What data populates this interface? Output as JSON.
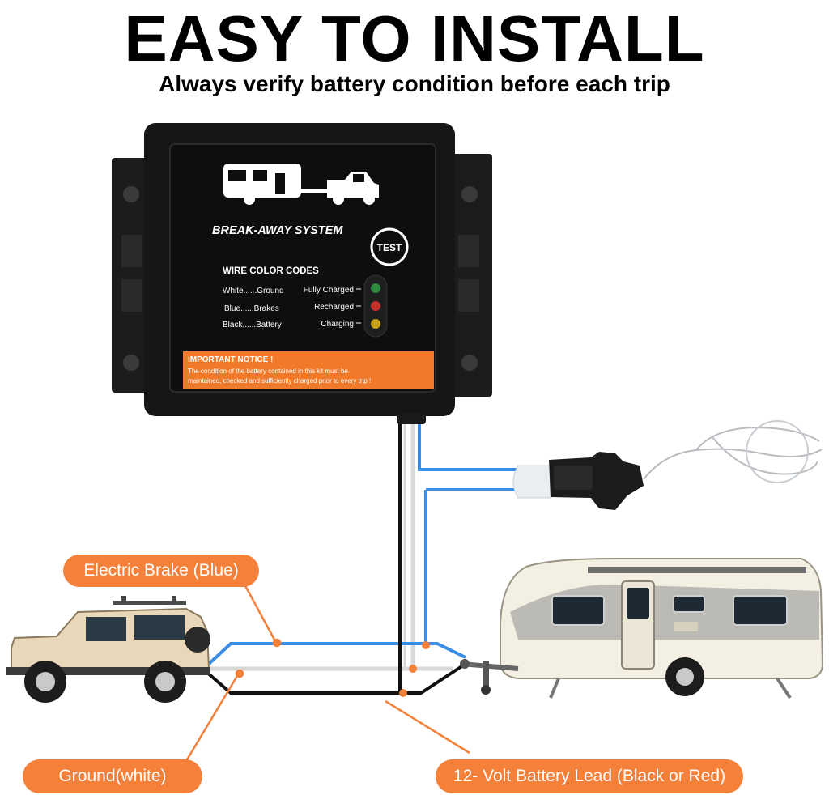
{
  "header": {
    "title": "EASY TO INSTALL",
    "subtitle": "Always verify battery condition before each trip"
  },
  "device": {
    "system_name": "BREAK-AWAY SYSTEM",
    "test_button_label": "TEST",
    "wire_codes_title": "WIRE COLOR CODES",
    "wire_codes": [
      "White......Ground",
      "Blue......Brakes",
      "Black......Battery"
    ],
    "status_indicators": [
      {
        "label": "Fully Charged",
        "color": "#2e8b3e"
      },
      {
        "label": "Recharged",
        "color": "#c8302a"
      },
      {
        "label": "Charging",
        "color": "#c9a21a"
      }
    ],
    "notice_title": "IMPORTANT NOTICE !",
    "notice_text_line1": "The condition of the battery contained in this kit must be",
    "notice_text_line2": "maintained, checked and sufficiently charged prior to every trip !"
  },
  "callouts": {
    "electric_brake": "Electric Brake (Blue)",
    "ground": "Ground(white)",
    "battery_lead": "12- Volt Battery Lead (Black or Red)"
  },
  "colors": {
    "accent_orange": "#f5803a",
    "wire_blue": "#3a8ee6",
    "wire_black": "#111111",
    "wire_white": "#d8d8d8",
    "panel_black": "#141414",
    "notice_orange": "#f07a2a"
  }
}
